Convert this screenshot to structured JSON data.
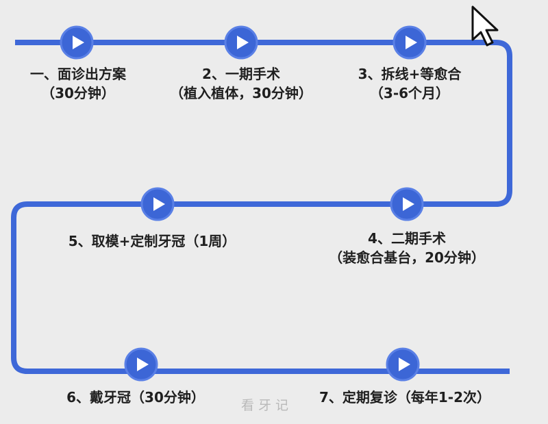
{
  "colors": {
    "track": "#3e68d8",
    "node": "#3c66d6",
    "node_icon": "#ffffff",
    "background": "#ececec"
  },
  "icons": {
    "node": "play-icon",
    "cursor": "mouse-pointer-icon"
  },
  "steps": [
    {
      "title": "一、面诊出方案",
      "detail": "（30分钟）"
    },
    {
      "title": "2、一期手术",
      "detail": "（植入植体，30分钟）"
    },
    {
      "title": "3、拆线+等愈合",
      "detail": "（3-6个月）"
    },
    {
      "title": "4、二期手术",
      "detail": "（装愈合基台，20分钟）"
    },
    {
      "title": "5、取模+定制牙冠（1周）",
      "detail": ""
    },
    {
      "title": "6、戴牙冠（30分钟）",
      "detail": ""
    },
    {
      "title": "7、定期复诊（每年1-2次）",
      "detail": ""
    }
  ],
  "watermark": "看牙记"
}
